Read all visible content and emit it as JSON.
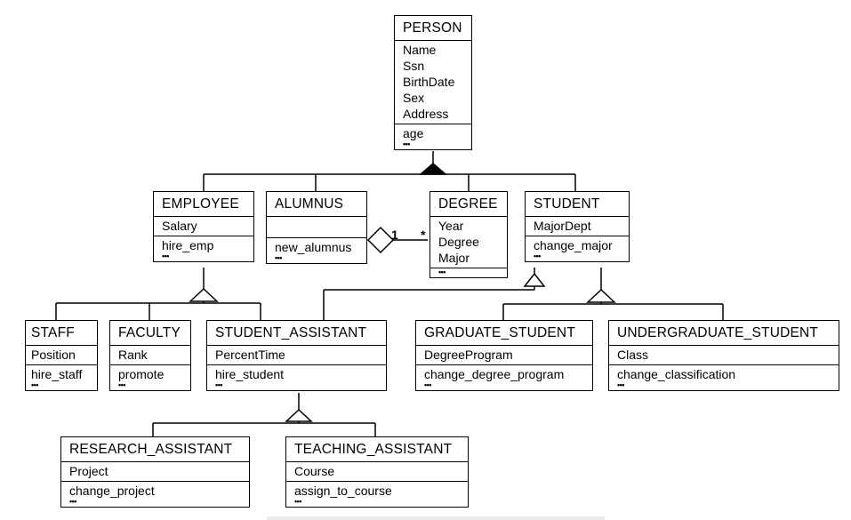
{
  "classes": {
    "person": {
      "name": "PERSON",
      "attributes": [
        "Name",
        "Ssn",
        "BirthDate",
        "Sex",
        "Address"
      ],
      "operations": [
        "age"
      ],
      "more": "•••"
    },
    "employee": {
      "name": "EMPLOYEE",
      "attributes": [
        "Salary"
      ],
      "operations": [
        "hire_emp"
      ],
      "more": "•••"
    },
    "alumnus": {
      "name": "ALUMNUS",
      "attributes": [],
      "operations": [
        "new_alumnus"
      ],
      "more": "•••"
    },
    "degree": {
      "name": "DEGREE",
      "attributes": [
        "Year",
        "Degree",
        "Major"
      ],
      "operations": [],
      "more": "•••"
    },
    "student": {
      "name": "STUDENT",
      "attributes": [
        "MajorDept"
      ],
      "operations": [
        "change_major"
      ],
      "more": "•••"
    },
    "staff": {
      "name": "STAFF",
      "attributes": [
        "Position"
      ],
      "operations": [
        "hire_staff"
      ],
      "more": "•••"
    },
    "faculty": {
      "name": "FACULTY",
      "attributes": [
        "Rank"
      ],
      "operations": [
        "promote"
      ],
      "more": "•••"
    },
    "student_assistant": {
      "name": "STUDENT_ASSISTANT",
      "attributes": [
        "PercentTime"
      ],
      "operations": [
        "hire_student"
      ],
      "more": "•••"
    },
    "graduate_student": {
      "name": "GRADUATE_STUDENT",
      "attributes": [
        "DegreeProgram"
      ],
      "operations": [
        "change_degree_program"
      ],
      "more": "•••"
    },
    "undergraduate_student": {
      "name": "UNDERGRADUATE_STUDENT",
      "attributes": [
        "Class"
      ],
      "operations": [
        "change_classification"
      ],
      "more": "•••"
    },
    "research_assistant": {
      "name": "RESEARCH_ASSISTANT",
      "attributes": [
        "Project"
      ],
      "operations": [
        "change_project"
      ],
      "more": "•••"
    },
    "teaching_assistant": {
      "name": "TEACHING_ASSISTANT",
      "attributes": [
        "Course"
      ],
      "operations": [
        "assign_to_course"
      ],
      "more": "•••"
    }
  },
  "association": {
    "alumnus_multiplicity": "1",
    "degree_multiplicity": "*"
  }
}
